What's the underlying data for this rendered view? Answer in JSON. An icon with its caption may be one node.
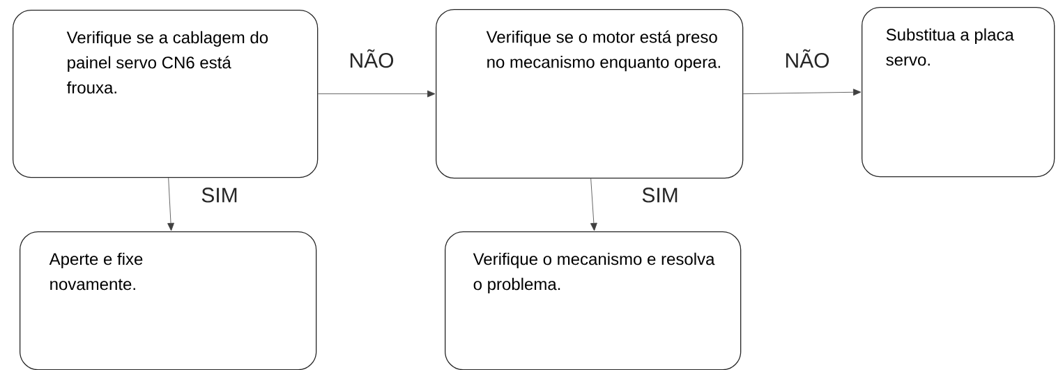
{
  "diagram": {
    "nodes": [
      {
        "text": [
          "Verifique se a cablagem do painel servo CN6 está frouxa."
        ]
      },
      {
        "text": [
          "Verifique se o motor está preso no mecanismo enquanto opera."
        ]
      },
      {
        "text": [
          "Substitua a placa servo."
        ]
      },
      {
        "text": [
          "Aperte e fixe novamente."
        ]
      },
      {
        "text": [
          "Verifique o mecanismo e resolva o problema."
        ]
      }
    ],
    "edges": [
      {
        "from": 0,
        "to": 1,
        "arrow": "to",
        "label": "NÃO"
      },
      {
        "from": 1,
        "to": 2,
        "arrow": "to",
        "label": "NÃO"
      },
      {
        "from": 0,
        "to": 3,
        "arrow": "to",
        "label": "SIM"
      },
      {
        "from": 1,
        "to": 4,
        "arrow": "to",
        "label": "SIM"
      }
    ]
  }
}
